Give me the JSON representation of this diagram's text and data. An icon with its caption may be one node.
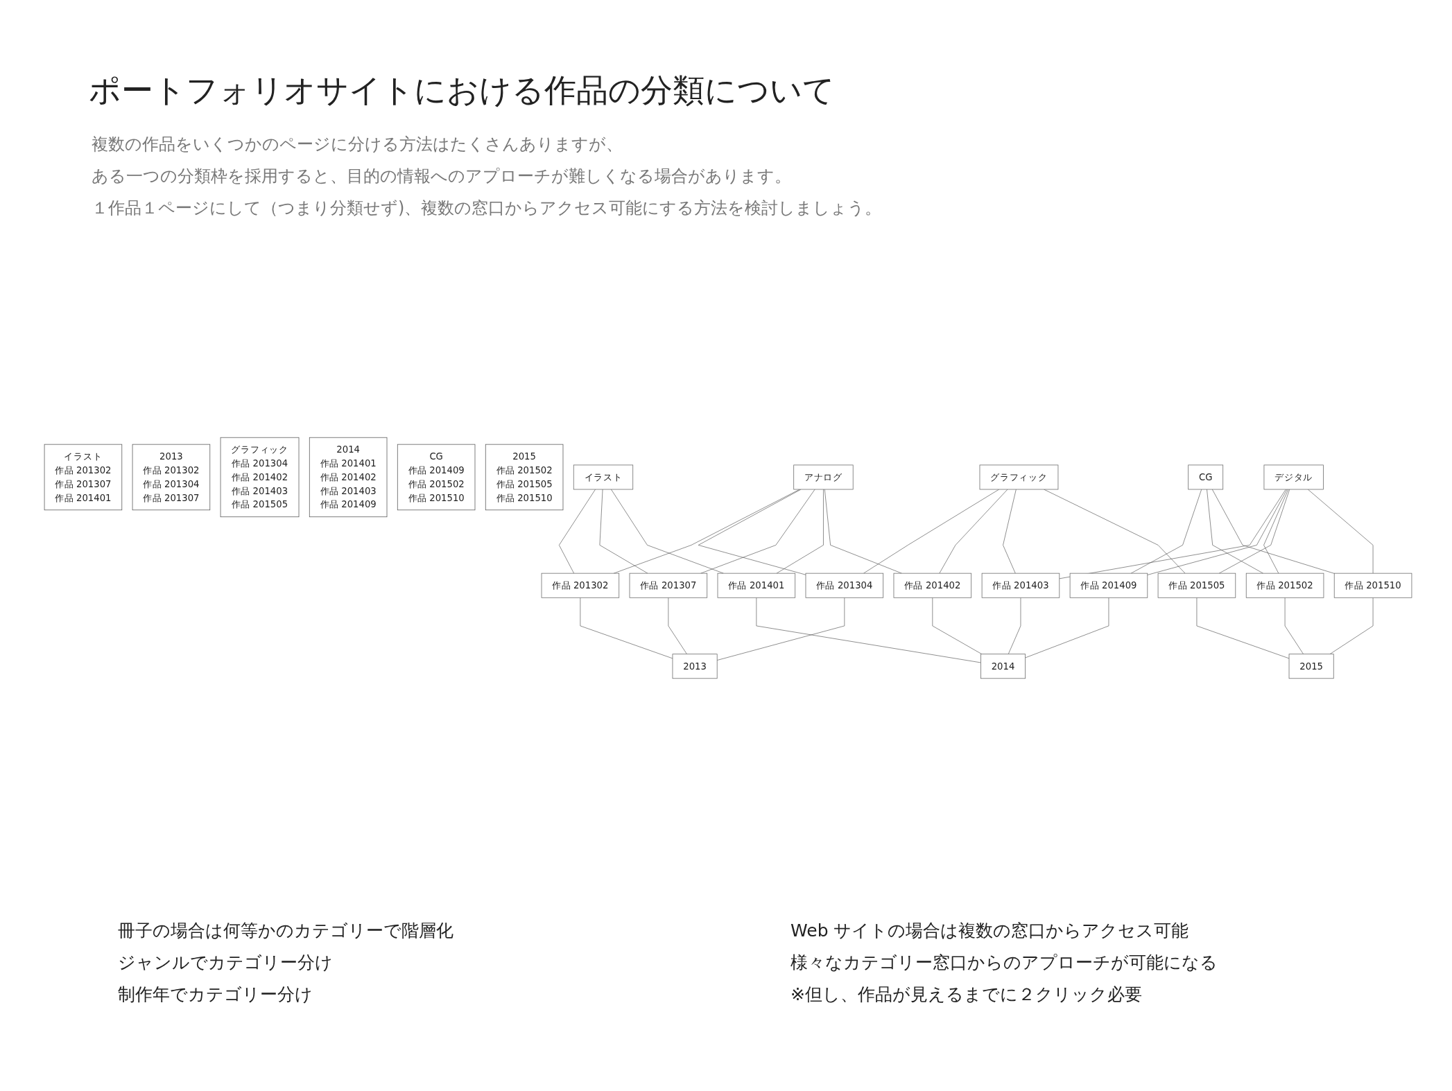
{
  "diagram": {
    "title": "ポートフォリオサイトにおける作品の分類について",
    "nodes": [
      {
        "text": [
          "イラスト",
          "作品 201302",
          "作品 201307",
          "作品 201401"
        ]
      },
      {
        "text": [
          "2013",
          "作品 201302",
          "作品 201304",
          "作品 201307"
        ]
      },
      {
        "text": [
          "グラフィック",
          "作品 201304",
          "作品 201402",
          "作品 201403",
          "作品 201505"
        ]
      },
      {
        "text": [
          "2014",
          "作品 201401",
          "作品 201402",
          "作品 201403",
          "作品 201409"
        ]
      },
      {
        "text": [
          "CG",
          "作品 201409",
          "作品 201502",
          "作品 201510"
        ]
      },
      {
        "text": [
          "2015",
          "作品 201502",
          "作品 201505",
          "作品 201510"
        ]
      },
      {
        "text": [
          "イラスト"
        ]
      },
      {
        "text": [
          "グラフィック"
        ]
      },
      {
        "text": [
          "CG"
        ]
      },
      {
        "text": [
          "アナログ"
        ]
      },
      {
        "text": [
          "デジタル"
        ]
      },
      {
        "text": [
          "作品 201302"
        ]
      },
      {
        "text": [
          "作品 201304"
        ]
      },
      {
        "text": [
          "作品 201307"
        ]
      },
      {
        "text": [
          "作品 201401"
        ]
      },
      {
        "text": [
          "作品 201402"
        ]
      },
      {
        "text": [
          "作品 201403"
        ]
      },
      {
        "text": [
          "作品 201409"
        ]
      },
      {
        "text": [
          "作品 201502"
        ]
      },
      {
        "text": [
          "作品 201505"
        ]
      },
      {
        "text": [
          "作品 201510"
        ]
      },
      {
        "text": [
          "2013"
        ]
      },
      {
        "text": [
          "2014"
        ]
      },
      {
        "text": [
          "2015"
        ]
      }
    ],
    "edges": [
      {
        "from": 6,
        "to": 11,
        "arrow": "none"
      },
      {
        "from": 6,
        "to": 13,
        "arrow": "none"
      },
      {
        "from": 6,
        "to": 14,
        "arrow": "none"
      },
      {
        "from": 7,
        "to": 12,
        "arrow": "none"
      },
      {
        "from": 7,
        "to": 15,
        "arrow": "none"
      },
      {
        "from": 7,
        "to": 16,
        "arrow": "none"
      },
      {
        "from": 7,
        "to": 19,
        "arrow": "none"
      },
      {
        "from": 8,
        "to": 17,
        "arrow": "none"
      },
      {
        "from": 8,
        "to": 18,
        "arrow": "none"
      },
      {
        "from": 8,
        "to": 20,
        "arrow": "none"
      },
      {
        "from": 9,
        "to": 11,
        "arrow": "none"
      },
      {
        "from": 9,
        "to": 12,
        "arrow": "none"
      },
      {
        "from": 9,
        "to": 13,
        "arrow": "none"
      },
      {
        "from": 9,
        "to": 14,
        "arrow": "none"
      },
      {
        "from": 9,
        "to": 15,
        "arrow": "none"
      },
      {
        "from": 10,
        "to": 16,
        "arrow": "none"
      },
      {
        "from": 10,
        "to": 17,
        "arrow": "none"
      },
      {
        "from": 10,
        "to": 18,
        "arrow": "none"
      },
      {
        "from": 10,
        "to": 19,
        "arrow": "none"
      },
      {
        "from": 10,
        "to": 20,
        "arrow": "none"
      },
      {
        "from": 11,
        "to": 21,
        "arrow": "none"
      },
      {
        "from": 12,
        "to": 21,
        "arrow": "none"
      },
      {
        "from": 13,
        "to": 21,
        "arrow": "none"
      },
      {
        "from": 14,
        "to": 22,
        "arrow": "none"
      },
      {
        "from": 15,
        "to": 22,
        "arrow": "none"
      },
      {
        "from": 16,
        "to": 22,
        "arrow": "none"
      },
      {
        "from": 17,
        "to": 22,
        "arrow": "none"
      },
      {
        "from": 18,
        "to": 23,
        "arrow": "none"
      },
      {
        "from": 19,
        "to": 23,
        "arrow": "none"
      },
      {
        "from": 20,
        "to": 23,
        "arrow": "none"
      }
    ],
    "labels": [
      "複数の作品をいくつかのページに分ける方法はたくさんありますが、",
      "ある一つの分類枠を採用すると、目的の情報へのアプローチが難しくなる場合があります。",
      "１作品１ページにして（つまり分類せず)、複数の窓口からアクセス可能にする方法を検討しましょう。",
      "冊子の場合は何等かのカテゴリーで階層化",
      "ジャンルでカテゴリー分け",
      "制作年でカテゴリー分け",
      "Web サイトの場合は複数の窓口からアクセス可能",
      "様々なカテゴリー窓口からのアプローチが可能になる",
      "※但し、作品が見えるまでに２クリック必要"
    ]
  }
}
